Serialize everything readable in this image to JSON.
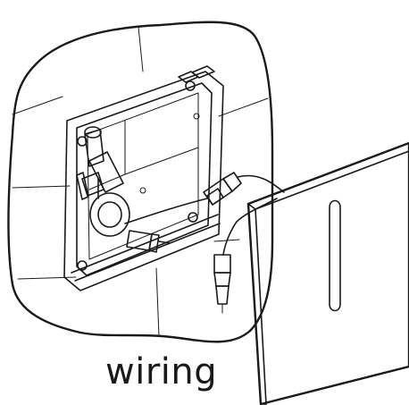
{
  "caption": "wiring",
  "colors": {
    "ink": "#1a1a1a",
    "paper": "#ffffff",
    "shade": "#d9d9d9",
    "dark": "#4d4d4d"
  },
  "parts": [
    "wall-tile-cutout",
    "flush-mount-box",
    "valve-body",
    "cable-connector-upper",
    "cable-connector-lower",
    "sensor-cover-plate",
    "sensor-window-slot"
  ]
}
